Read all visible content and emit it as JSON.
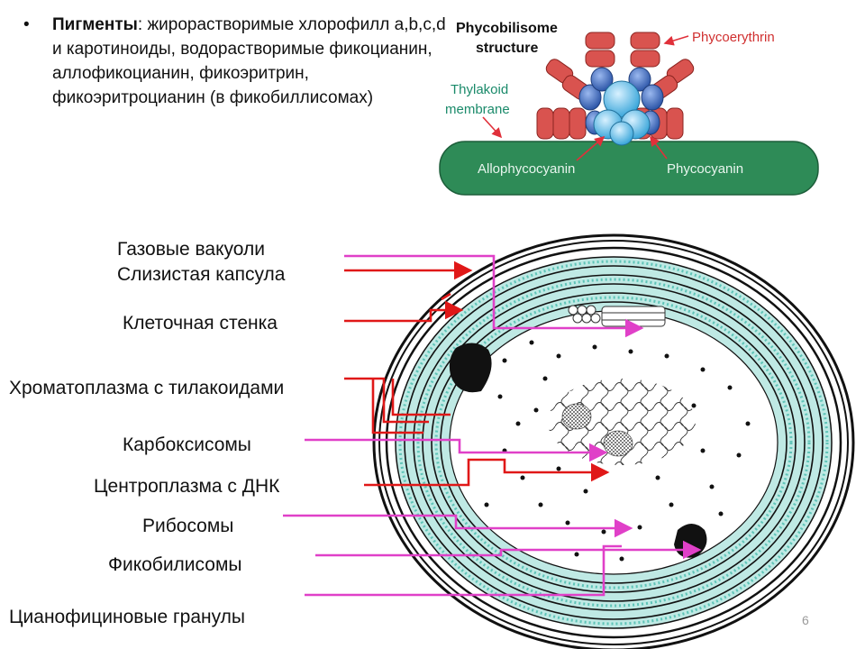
{
  "pigments": {
    "bullet_char": "•",
    "term": "Пигменты",
    "description": ": жирорастворимые хлорофилл a,b,c,d и каротиноиды, водорастворимые фикоцианин, аллофикоцианин, фикоэритрин, фикоэритроцианин (в фикобиллисомах)"
  },
  "phycobilisome": {
    "title_line1": "Phycobilisome",
    "title_line2": "structure",
    "phycoerythrin": "Phycoerythrin",
    "thylakoid_line1": "Thylakoid",
    "thylakoid_line2": "membrane",
    "allophycocyanin": "Allophycocyanin",
    "phycocyanin": "Phycocyanin",
    "colors": {
      "membrane": "#2e8b57",
      "phycoerythrin": "#d9534f",
      "phycocyanin": "#3a6fc4",
      "allophycocyanin": "#6cc3e8",
      "arrow": "#e0303a",
      "teal_label": "#1a8a6a"
    }
  },
  "cell_labels": [
    "Газовые вакуоли",
    "Слизистая капсула",
    "Клеточная стенка",
    "Хроматоплазма с тилакоидами",
    "Карбоксисомы",
    "Центроплазма с ДНК",
    "Рибосомы",
    "Фикобилисомы",
    "Цианофициновые гранулы"
  ],
  "leader_colors": {
    "red": "#e01818",
    "magenta": "#e040c8"
  },
  "page_number": "6"
}
